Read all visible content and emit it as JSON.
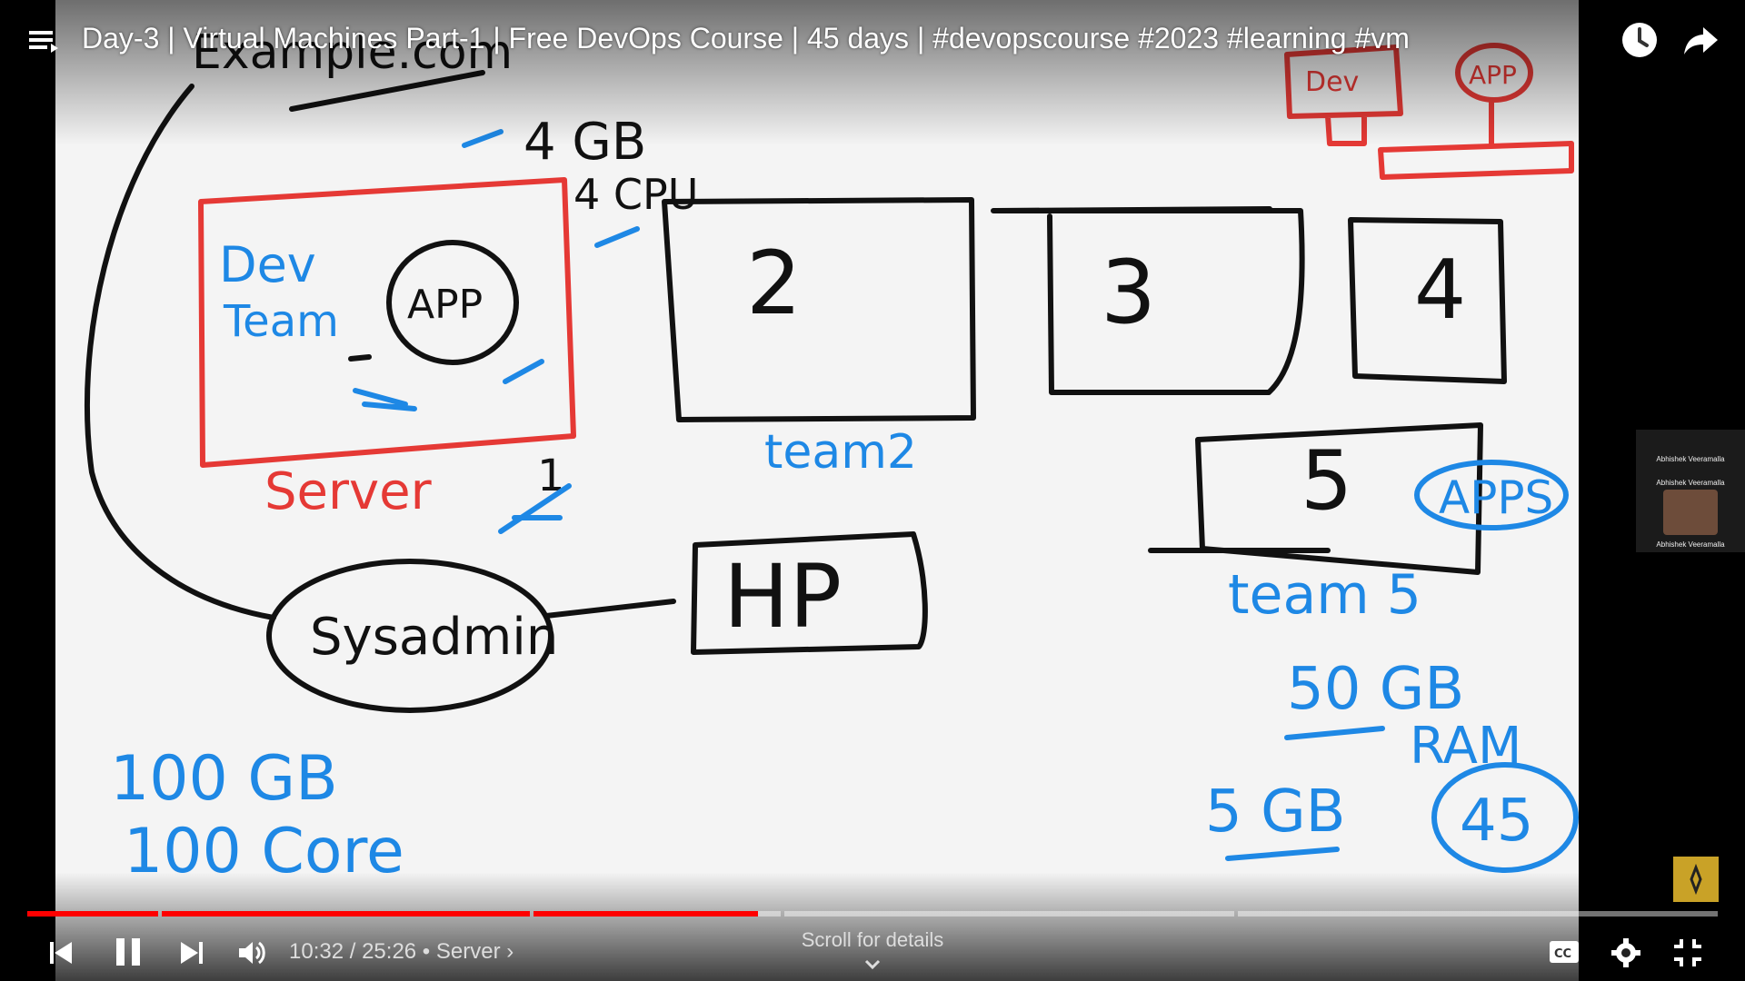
{
  "video": {
    "title": "Day-3 | Virtual Machines Part-1 | Free DevOps Course | 45 days | #devopscourse #2023 #learning #vm",
    "current_time": "10:32",
    "separator": " / ",
    "duration": "25:26",
    "chapter_dot": " • ",
    "chapter": "Server",
    "chapter_arrow": "›",
    "progress_fraction": 0.414,
    "scroll_hint": "Scroll for details"
  },
  "whiteboard": {
    "top_left_word": "Example.com",
    "ram_label": "4 GB",
    "cpu_label": "4 CPU",
    "box1_dev_line1": "Dev",
    "box1_dev_line2": "Team",
    "box1_app": "APP",
    "box2": "2",
    "box3": "3",
    "box4": "4",
    "box5": "5",
    "apps_label": "APPS",
    "team2": "team2",
    "team5": "team 5",
    "server_label": "Server",
    "server_num": "1",
    "sysadmin": "Sysadmin",
    "hp": "HP",
    "storage": "100 GB",
    "cores": "100 Core",
    "gb50": "50 GB",
    "ram": "RAM",
    "gb5": "5 GB",
    "n45": "45",
    "dev_topright": "Dev",
    "app_topright": "APP"
  },
  "overlay": {
    "presenter_name": "Abhishek Veeramalla"
  },
  "colors": {
    "played": "#ff0000",
    "pen_blue": "#1e88e5",
    "pen_red": "#e53935",
    "pen_black": "#111111"
  },
  "icons": {
    "playlist": "playlist-icon",
    "watch_later": "clock-icon",
    "share": "share-icon",
    "prev": "previous-icon",
    "pause": "pause-icon",
    "next": "next-icon",
    "volume": "volume-icon",
    "cc": "captions-icon",
    "settings": "gear-icon",
    "exit_fullscreen": "exit-fullscreen-icon"
  }
}
